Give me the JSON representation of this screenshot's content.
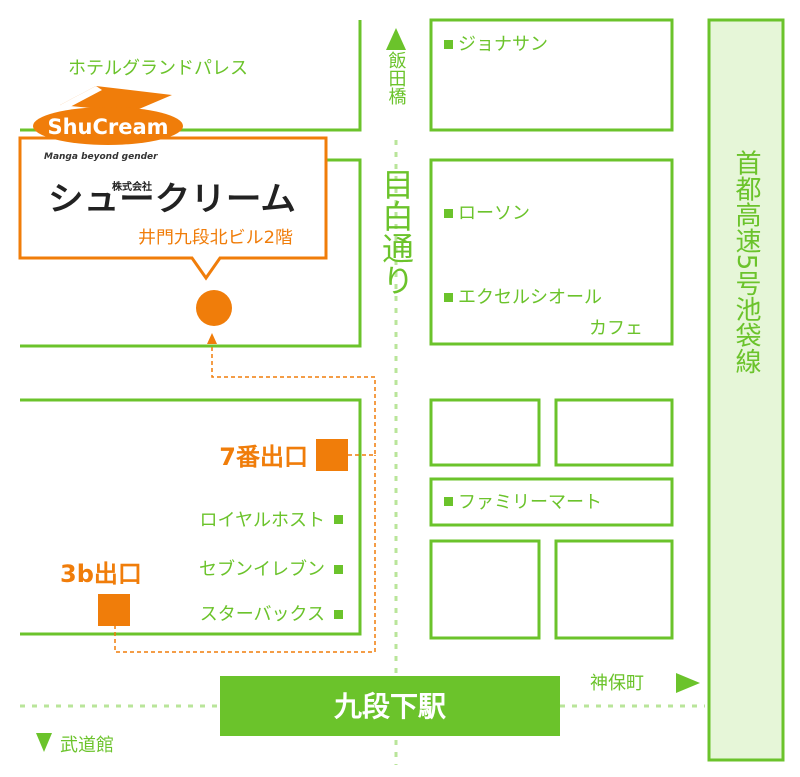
{
  "colors": {
    "road": "#6bc32b",
    "highway_fill": "#e6f6d8",
    "station_fill": "#6bc32b",
    "accent": "#f07d0a",
    "dark": "#222222"
  },
  "logo": {
    "brand": "ShuCream",
    "tagline": "Manga beyond gender",
    "corp_prefix": "株式会社",
    "company": "シュークリーム",
    "address": "井門九段北ビル2階"
  },
  "streets": {
    "mejiro": "目白通り",
    "iidabashi": "飯田橋",
    "highway": "首都高速5号池袋線",
    "jimbocho": "神保町",
    "budokan": "武道館"
  },
  "station": {
    "name": "九段下駅"
  },
  "exits": {
    "exit7": "7番出口",
    "exit3b": "3b出口"
  },
  "landmarks": {
    "hotel": "ホテルグランドパレス",
    "jonathan": "ジョナサン",
    "lawson": "ローソン",
    "excelsior_line1": "エクセルシオール",
    "excelsior_line2": "カフェ",
    "familymart": "ファミリーマート",
    "royalhost": "ロイヤルホスト",
    "seveneleven": "セブンイレブン",
    "starbucks": "スターバックス"
  }
}
